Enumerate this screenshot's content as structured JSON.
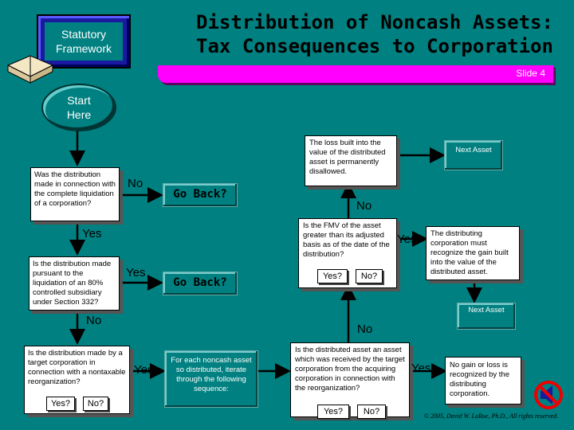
{
  "header": {
    "framework_label": "Statutory Framework",
    "title_line1": "Distribution of Noncash Assets:",
    "title_line2": "Tax Consequences to Corporation",
    "slide_label": "Slide 4"
  },
  "start": {
    "label": "Start Here"
  },
  "left_column": {
    "q1": "Was the distribution made in connection with the complete liquidation of a corporation?",
    "q1_no": "No",
    "q1_yes": "Yes",
    "q2": "Is the distribution made pursuant to the liquidation of an 80% controlled subsidiary under Section 332?",
    "q2_yes": "Yes",
    "q2_no": "No",
    "q3": "Is the distribution made by a target corporation in connection with a nontaxable reorganization?",
    "q3_yes": "Yes",
    "q3_yes_button": "Yes?",
    "q3_no_button": "No?"
  },
  "center_column": {
    "go_back_1": "Go Back?",
    "go_back_2": "Go Back?",
    "sequence_text": "For each noncash asset so distributed, iterate through the following sequence:"
  },
  "right_column": {
    "loss_text": "The loss built into the value of the distributed asset is permanently disallowed.",
    "next_asset_1": "Next Asset",
    "no_top": "No",
    "fmv_question": "Is the FMV of the asset greater than its adjusted basis as of the date of the distribution?",
    "fmv_yes_button": "Yes?",
    "fmv_no_button": "No?",
    "fmv_yes": "Yes",
    "gain_text": "The distributing corporation must recognize the gain built into the value of the distributed asset.",
    "next_asset_2": "Next Asset",
    "no_bottom": "No",
    "acquire_question": "Is the distributed asset an asset which was received by the target corporation from the acquiring corporation in connection with the reorganization?",
    "acquire_yes_button": "Yes?",
    "acquire_no_button": "No?",
    "acquire_yes": "Yes",
    "no_gain_text": "No gain or loss is recognized by the distributing corporation."
  },
  "footer": {
    "copyright": "© 2005, David W. LaRue, Ph.D., All rights reserved."
  },
  "colors": {
    "background": "#008080",
    "banner": "#ff00ff",
    "framework_box": "#1a1aa0"
  },
  "icons": [
    "speaker-icon",
    "prohibited-icon",
    "book-icon"
  ]
}
